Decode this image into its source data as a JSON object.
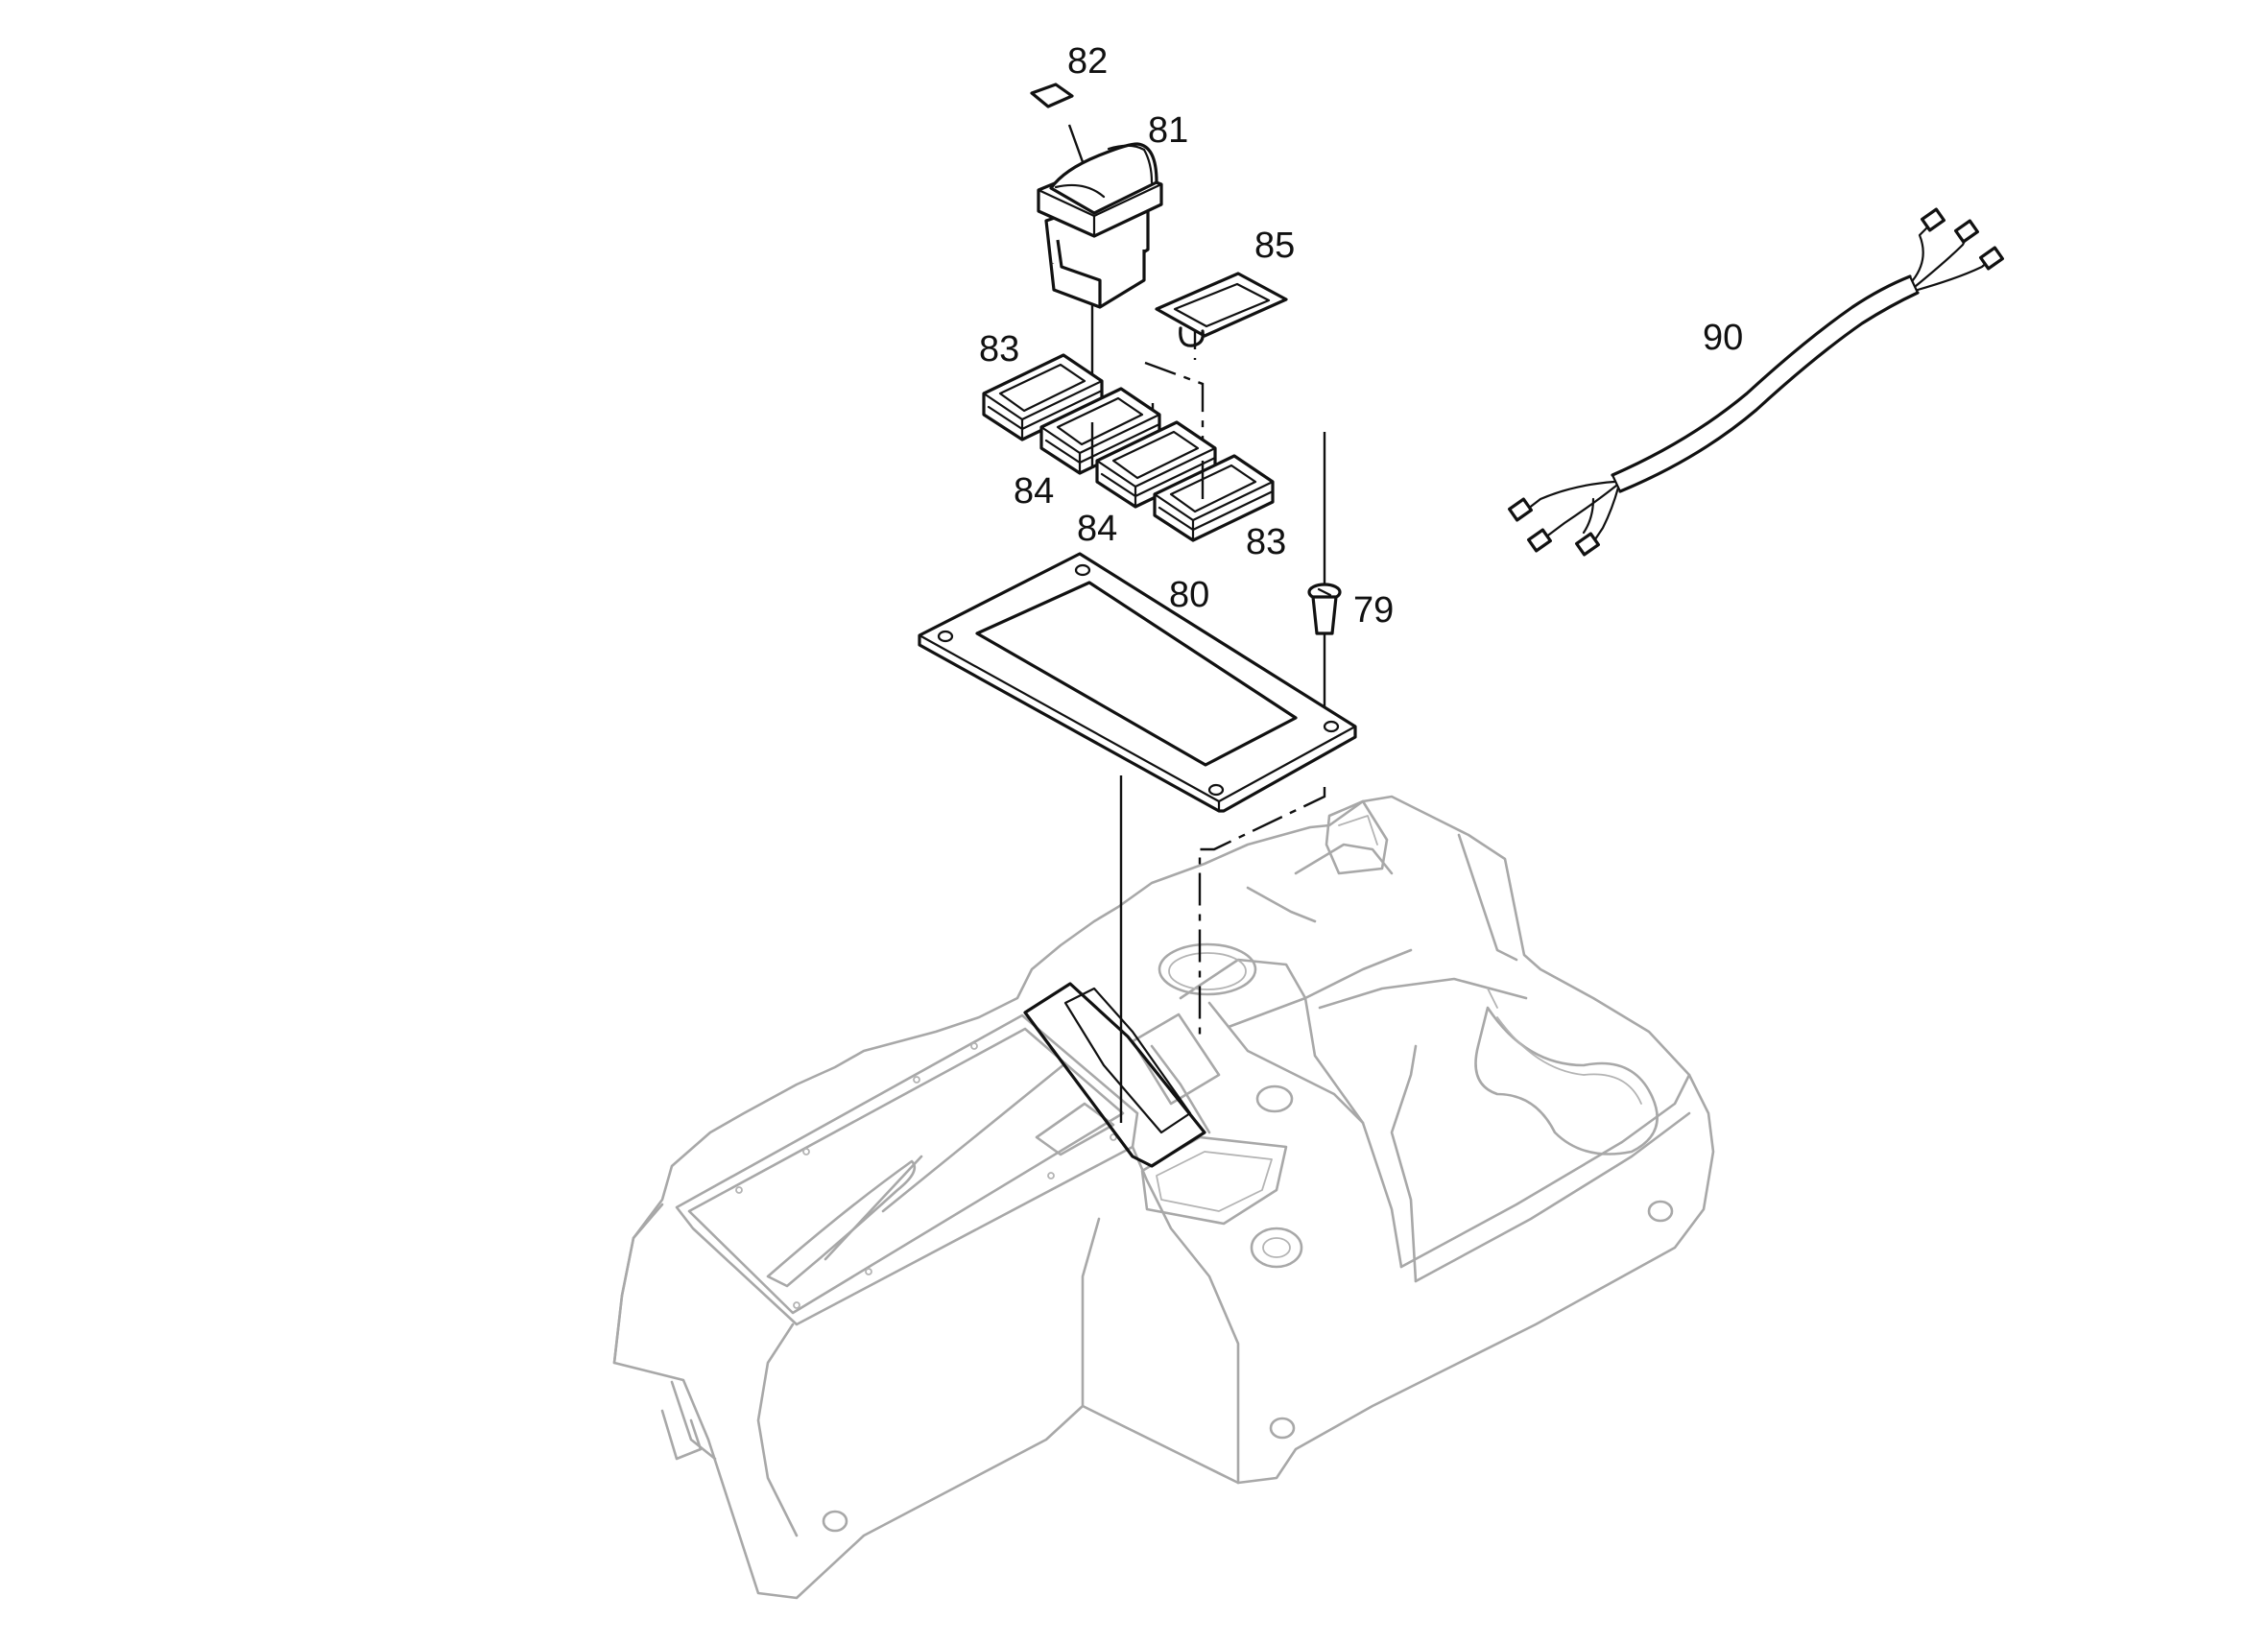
{
  "diagram": {
    "callouts": {
      "c79": "79",
      "c80": "80",
      "c81": "81",
      "c82": "82",
      "c83a": "83",
      "c83b": "83",
      "c84a": "84",
      "c84b": "84",
      "c85": "85",
      "c90": "90"
    }
  }
}
